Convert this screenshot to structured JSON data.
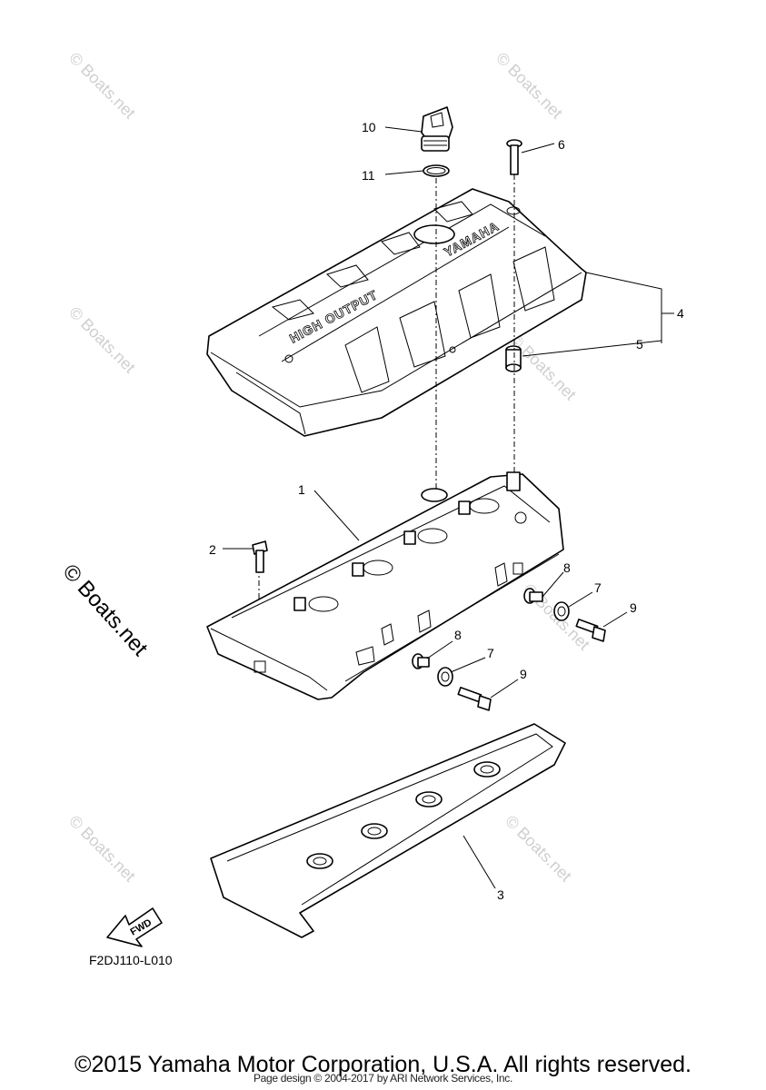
{
  "diagram": {
    "callouts": [
      "1",
      "2",
      "3",
      "4",
      "5",
      "6",
      "7",
      "8",
      "9",
      "10",
      "11"
    ],
    "figure_code": "F2DJ110-L010",
    "embossed_text": {
      "cover_left": "HIGH OUTPUT",
      "cover_right": "YAMAHA"
    },
    "direction_label": "FWD",
    "watermark": "© Boats.net"
  },
  "footer": {
    "copyright": "©2015 Yamaha Motor Corporation, U.S.A. All rights reserved.",
    "page_design": "Page design © 2004-2017 by ARI Network Services, Inc."
  }
}
